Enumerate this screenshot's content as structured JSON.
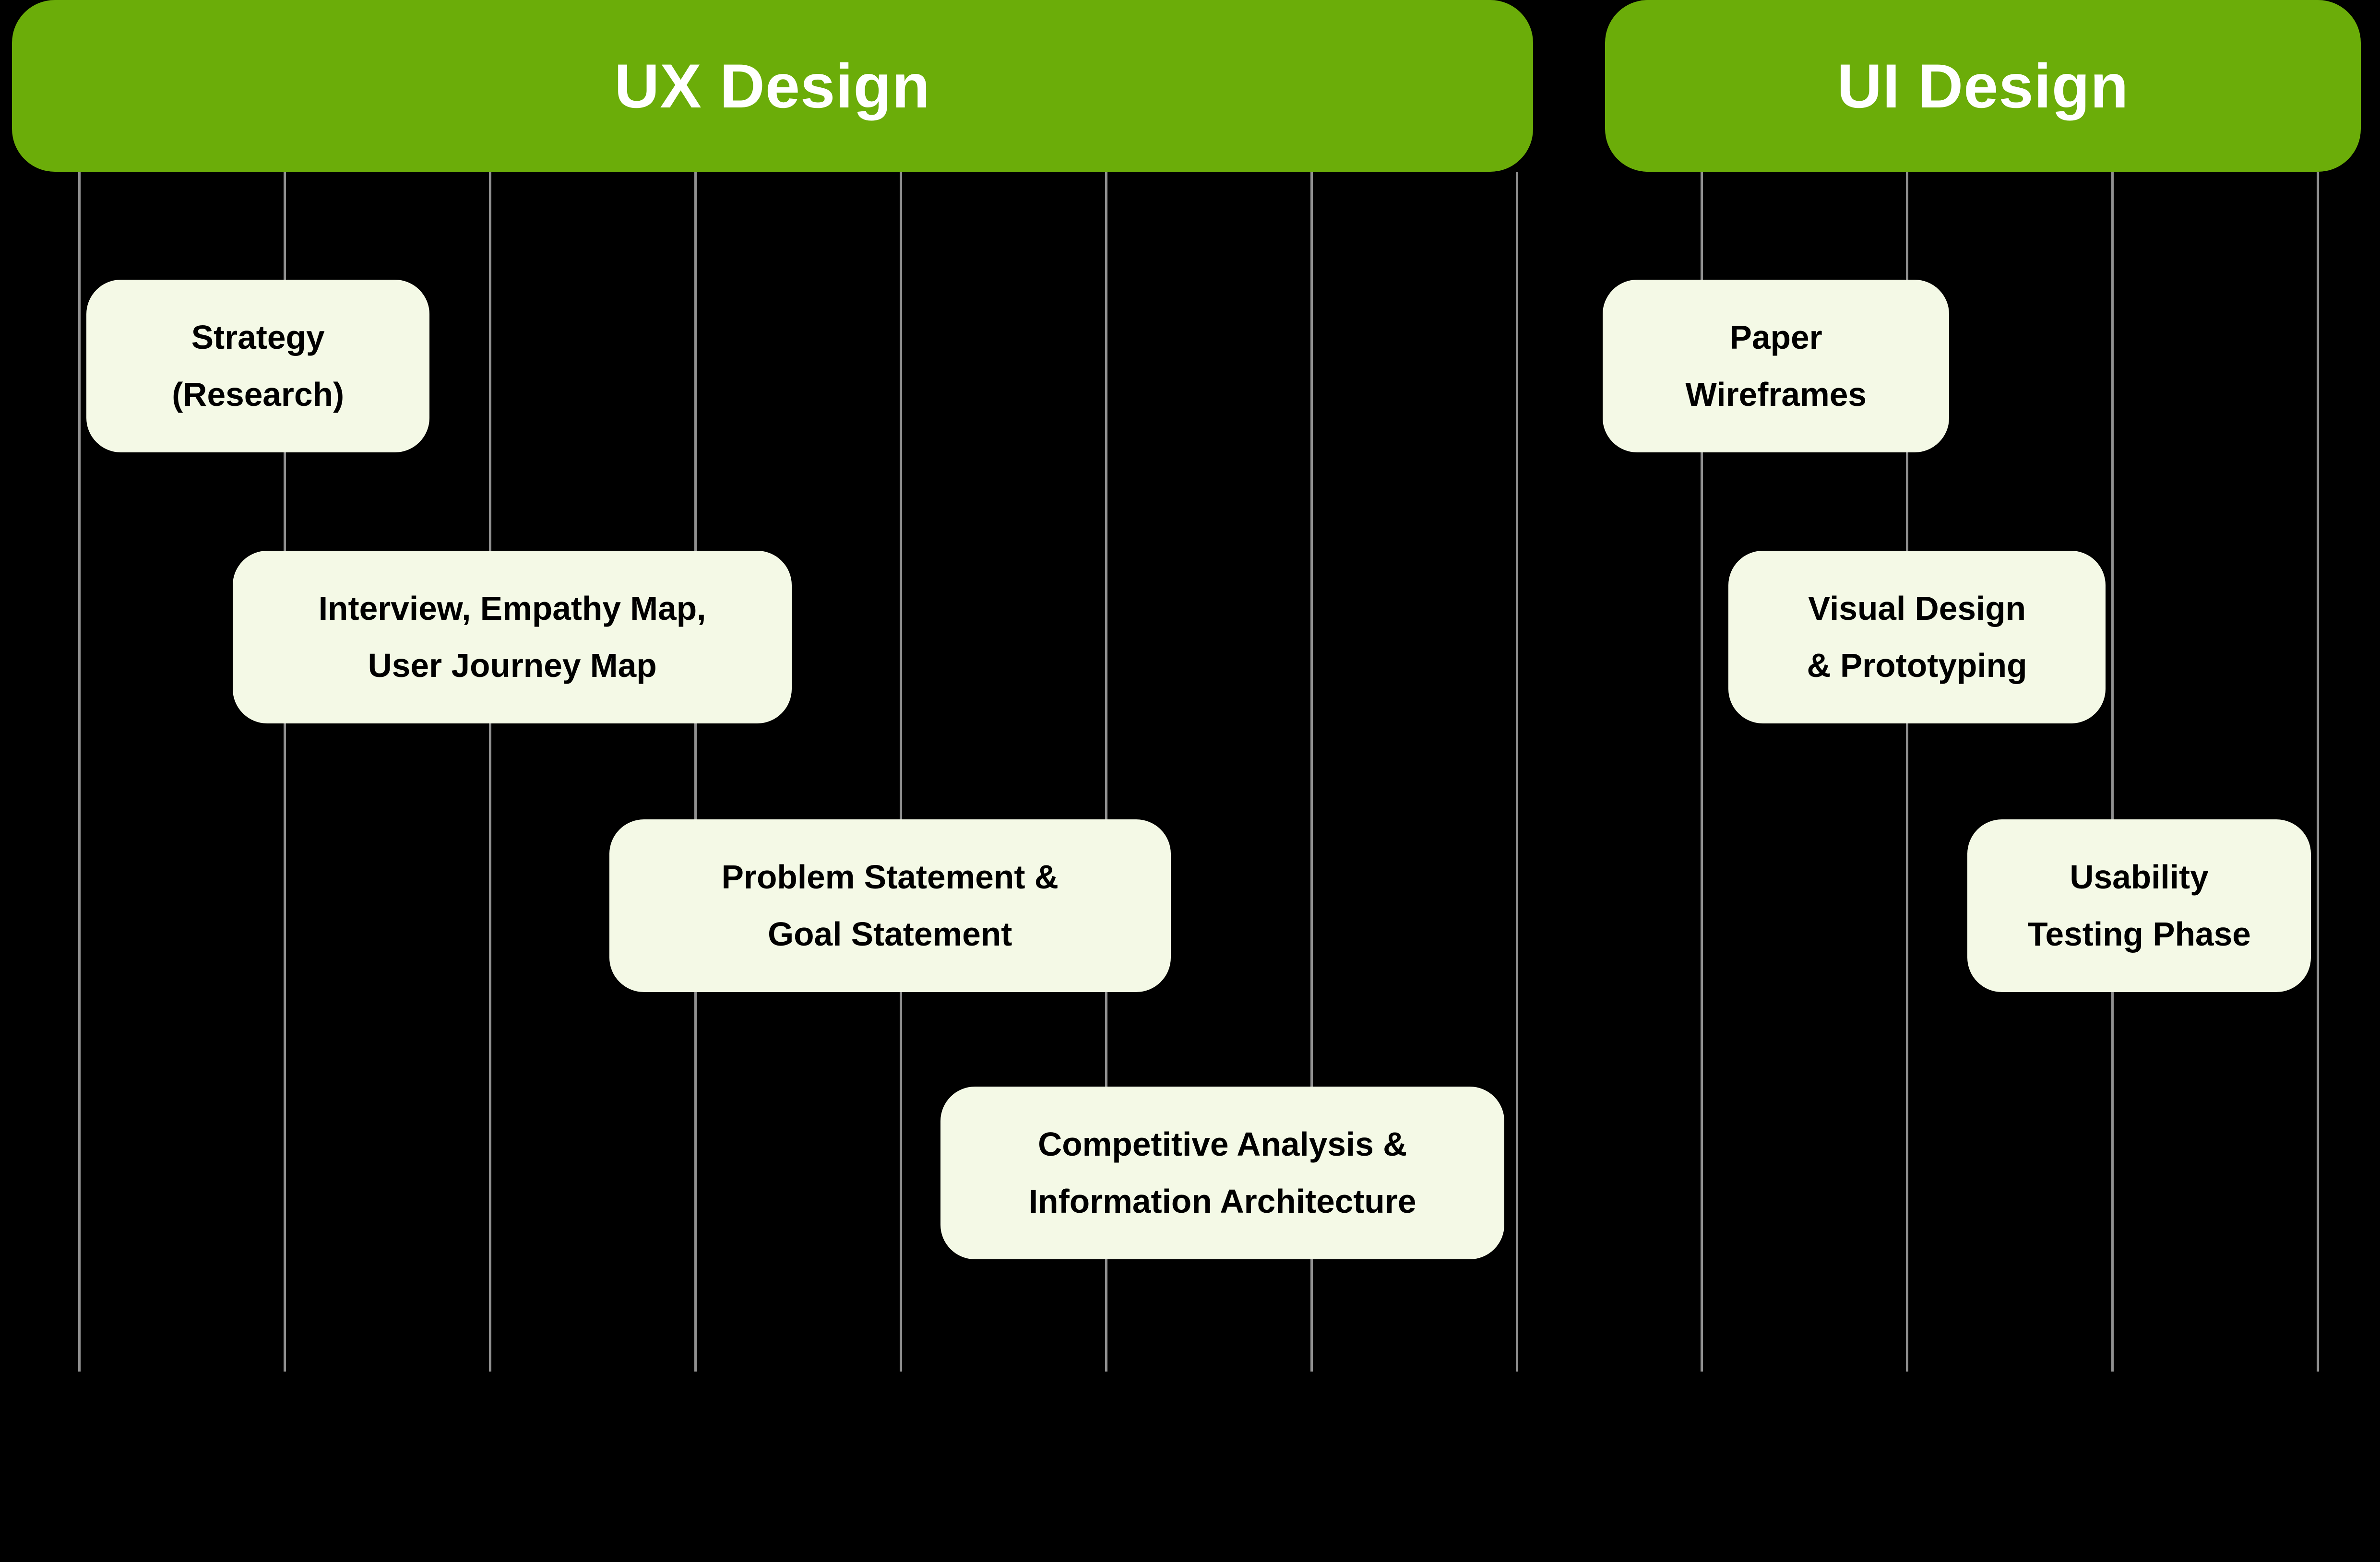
{
  "diagram": {
    "background_color": "#000000",
    "gridline_color": "#909090",
    "headers": [
      {
        "id": "ux",
        "label": "UX Design",
        "bg_color": "#6bad09",
        "text_color": "#ffffff"
      },
      {
        "id": "ui",
        "label": "UI Design",
        "bg_color": "#6bad09",
        "text_color": "#ffffff"
      }
    ],
    "card_style": {
      "bg_color": "#f4f9e6",
      "text_color": "#000000"
    },
    "cards": [
      {
        "column": "UX Design",
        "lines": [
          "Strategy",
          "(Research)"
        ]
      },
      {
        "column": "UX Design",
        "lines": [
          "Interview, Empathy Map,",
          "User Journey Map"
        ]
      },
      {
        "column": "UX Design",
        "lines": [
          "Problem Statement &",
          "Goal Statement"
        ]
      },
      {
        "column": "UX Design",
        "lines": [
          "Competitive Analysis &",
          "Information Architecture"
        ]
      },
      {
        "column": "UI Design",
        "lines": [
          "Paper",
          "Wireframes"
        ]
      },
      {
        "column": "UI Design",
        "lines": [
          "Visual Design",
          "& Prototyping"
        ]
      },
      {
        "column": "UI Design",
        "lines": [
          "Usability",
          "Testing Phase"
        ]
      }
    ]
  }
}
